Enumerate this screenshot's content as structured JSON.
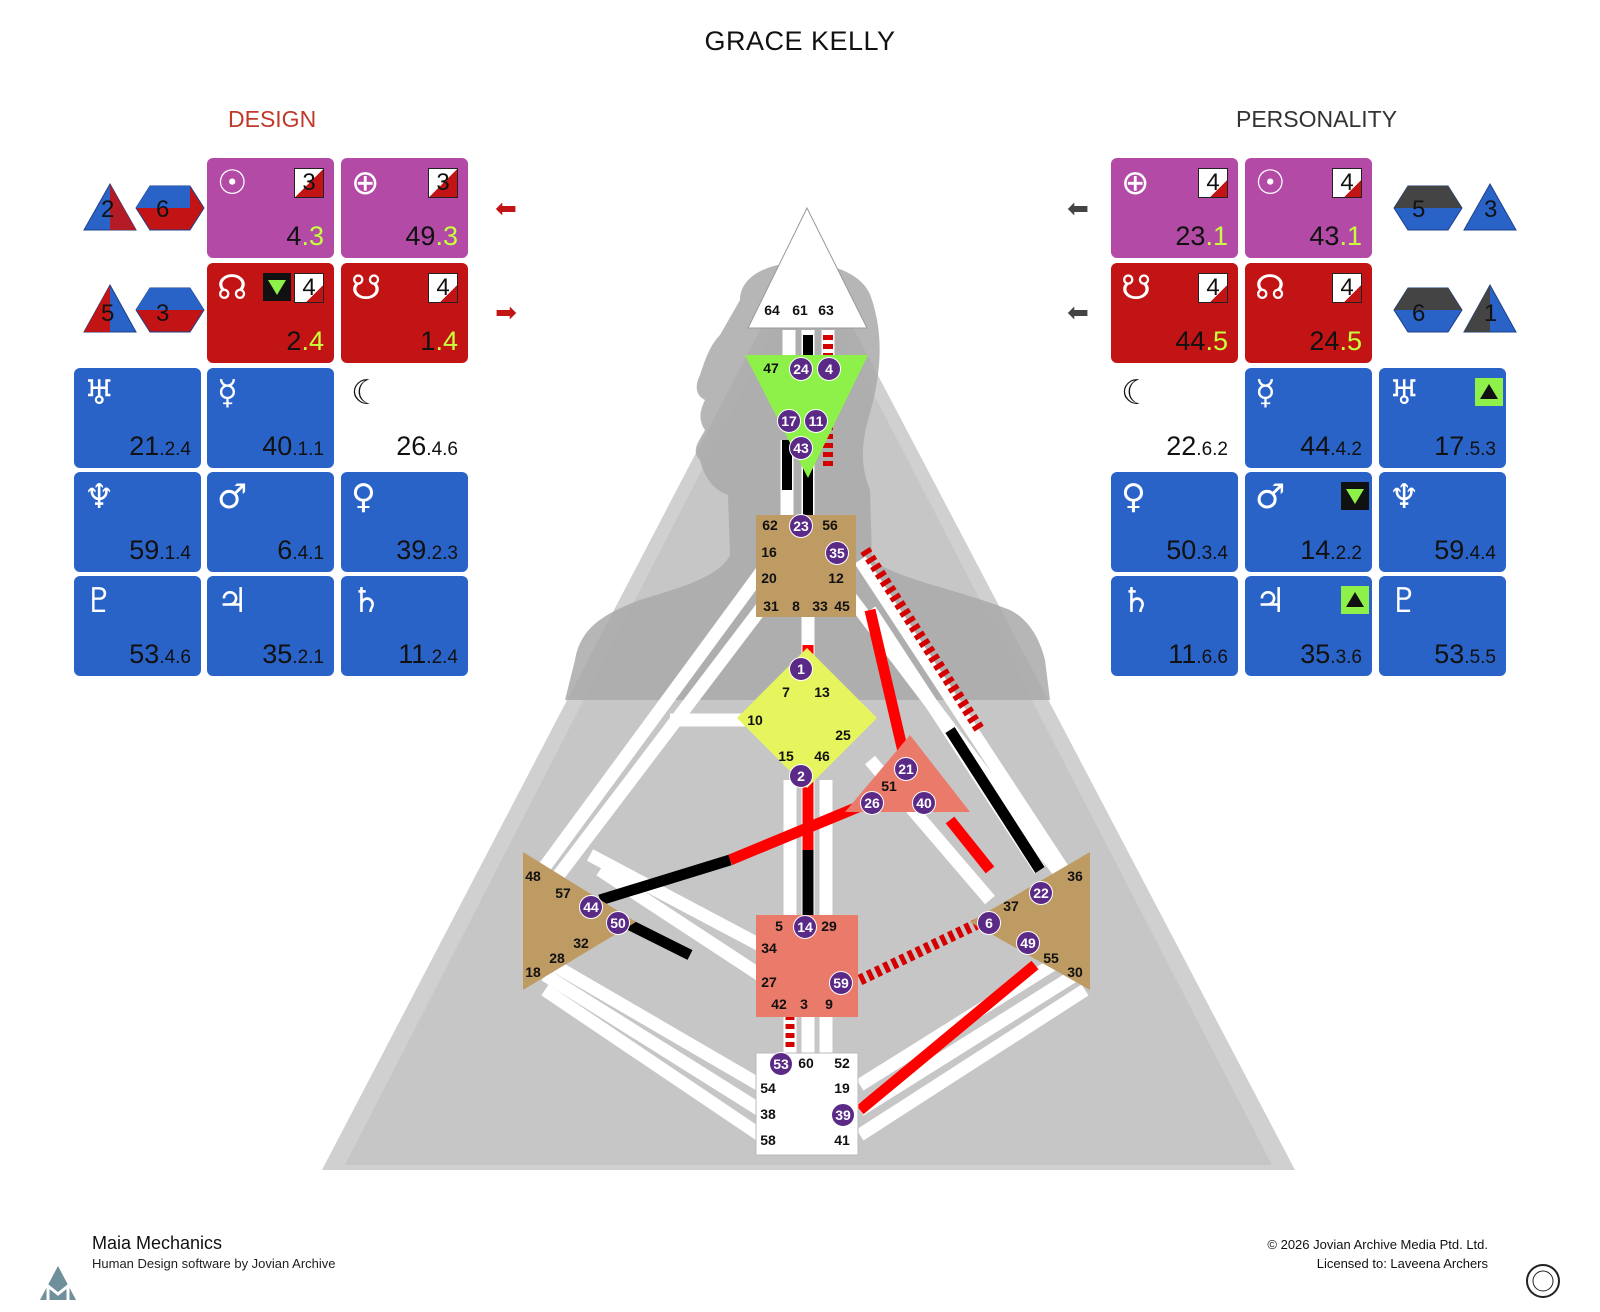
{
  "title": "GRACE KELLY",
  "design_title": "DESIGN",
  "personality_title": "PERSONALITY",
  "colors": {
    "design": "#c0392b",
    "purple": "#b24aa6",
    "red": "#c21414",
    "blue": "#2a63c8",
    "head": "#ffffff",
    "ajna": "#8ef14a",
    "throat": "#bf9b64",
    "g": "#e6f55e",
    "ego": "#ea7a6a",
    "sacral": "#ea7a6a",
    "root": "#ffffff",
    "defined": "#ff0000",
    "personality_line": "#000000"
  },
  "design": {
    "variables": [
      "2",
      "6",
      "5",
      "3"
    ],
    "cells": [
      {
        "icon": "sun-icon",
        "glyph": "☉",
        "gate": "4",
        "line": "3",
        "badge": "3"
      },
      {
        "icon": "earth-icon",
        "glyph": "⊕",
        "gate": "49",
        "line": "3",
        "badge": "3"
      },
      {
        "icon": "north-node-icon",
        "glyph": "☊",
        "gate": "2",
        "line": "4",
        "badge": "4"
      },
      {
        "icon": "south-node-icon",
        "glyph": "☋",
        "gate": "1",
        "line": "4",
        "badge": "4"
      },
      {
        "icon": "uranus-icon",
        "glyph": "♅",
        "gate": "21",
        "sub": "2.4"
      },
      {
        "icon": "mercury-icon",
        "glyph": "☿",
        "gate": "40",
        "sub": "1.1"
      },
      {
        "icon": "moon-icon",
        "glyph": "☾",
        "gate": "26",
        "sub": "4.6"
      },
      {
        "icon": "neptune-icon",
        "glyph": "♆",
        "gate": "59",
        "sub": "1.4"
      },
      {
        "icon": "mars-icon",
        "glyph": "♂",
        "gate": "6",
        "sub": "4.1"
      },
      {
        "icon": "venus-icon",
        "glyph": "♀",
        "gate": "39",
        "sub": "2.3"
      },
      {
        "icon": "pluto-icon",
        "glyph": "♇",
        "gate": "53",
        "sub": "4.6"
      },
      {
        "icon": "jupiter-icon",
        "glyph": "♃",
        "gate": "35",
        "sub": "2.1"
      },
      {
        "icon": "saturn-icon",
        "glyph": "♄",
        "gate": "11",
        "sub": "2.4"
      }
    ]
  },
  "personality": {
    "variables": [
      "5",
      "3",
      "6",
      "1"
    ],
    "cells": [
      {
        "icon": "earth-icon",
        "glyph": "⊕",
        "gate": "23",
        "line": "1",
        "badge": "4"
      },
      {
        "icon": "sun-icon",
        "glyph": "☉",
        "gate": "43",
        "line": "1",
        "badge": "4"
      },
      {
        "icon": "south-node-icon",
        "glyph": "☋",
        "gate": "44",
        "line": "5",
        "badge": "4"
      },
      {
        "icon": "north-node-icon",
        "glyph": "☊",
        "gate": "24",
        "line": "5",
        "badge": "4"
      },
      {
        "icon": "moon-icon",
        "glyph": "☾",
        "gate": "22",
        "sub": "6.2"
      },
      {
        "icon": "mercury-icon",
        "glyph": "☿",
        "gate": "44",
        "sub": "4.2"
      },
      {
        "icon": "uranus-icon",
        "glyph": "♅",
        "gate": "17",
        "sub": "5.3"
      },
      {
        "icon": "venus-icon",
        "glyph": "♀",
        "gate": "50",
        "sub": "3.4"
      },
      {
        "icon": "mars-icon",
        "glyph": "♂",
        "gate": "14",
        "sub": "2.2"
      },
      {
        "icon": "neptune-icon",
        "glyph": "♆",
        "gate": "59",
        "sub": "4.4"
      },
      {
        "icon": "saturn-icon",
        "glyph": "♄",
        "gate": "11",
        "sub": "6.6"
      },
      {
        "icon": "jupiter-icon",
        "glyph": "♃",
        "gate": "35",
        "sub": "3.6"
      },
      {
        "icon": "pluto-icon",
        "glyph": "♇",
        "gate": "53",
        "sub": "5.5"
      }
    ]
  },
  "gates": {
    "head": [
      "64",
      "61",
      "63"
    ],
    "ajna": [
      "47",
      "24",
      "4",
      "17",
      "11",
      "43"
    ],
    "throat": [
      "62",
      "23",
      "56",
      "16",
      "35",
      "20",
      "12",
      "31",
      "8",
      "33",
      "45"
    ],
    "g": [
      "1",
      "7",
      "13",
      "10",
      "25",
      "15",
      "46",
      "2"
    ],
    "ego": [
      "21",
      "51",
      "26",
      "40"
    ],
    "spleen": [
      "48",
      "57",
      "44",
      "50",
      "32",
      "28",
      "18"
    ],
    "solar": [
      "36",
      "22",
      "37",
      "6",
      "49",
      "55",
      "30"
    ],
    "sacral": [
      "5",
      "14",
      "29",
      "34",
      "27",
      "59",
      "42",
      "3",
      "9"
    ],
    "root": [
      "53",
      "60",
      "52",
      "54",
      "19",
      "38",
      "39",
      "58",
      "41"
    ]
  },
  "activated_gates": [
    "24",
    "4",
    "17",
    "11",
    "43",
    "23",
    "35",
    "1",
    "2",
    "21",
    "26",
    "40",
    "44",
    "50",
    "22",
    "6",
    "49",
    "14",
    "59",
    "53",
    "39"
  ],
  "footer": {
    "brand": "Maia Mechanics",
    "tagline": "Human Design software by Jovian Archive",
    "copyright": "© 2026 Jovian Archive Media Ptd. Ltd.",
    "license": "Licensed to: Laveena Archers"
  }
}
